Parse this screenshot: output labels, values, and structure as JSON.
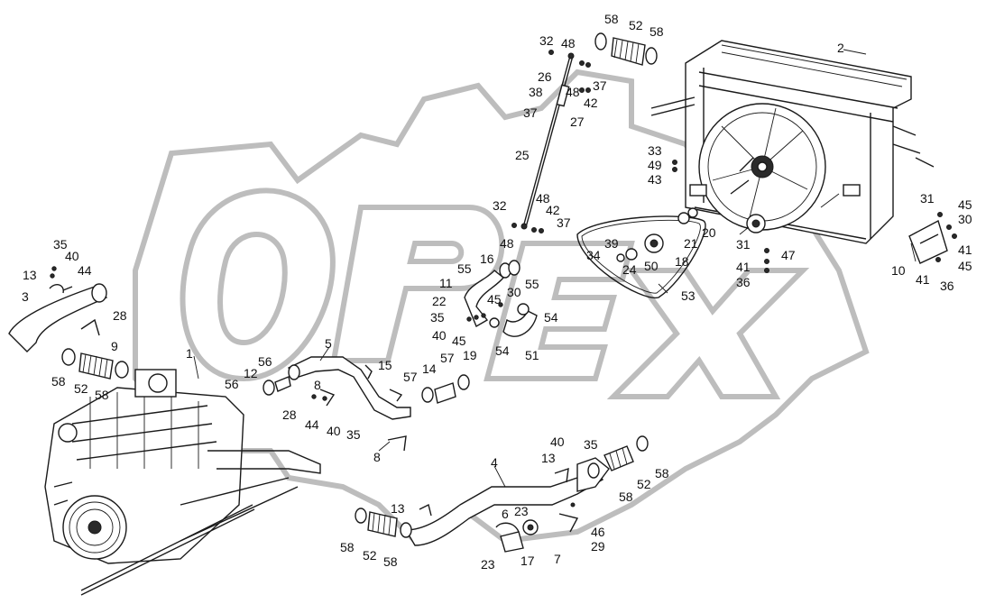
{
  "diagram": {
    "watermark_text": "OPEX",
    "corner_mark": "",
    "callouts": [
      {
        "id": "c-58a",
        "text": "58"
      },
      {
        "id": "c-52a",
        "text": "52"
      },
      {
        "id": "c-58b",
        "text": "58"
      },
      {
        "id": "c-2",
        "text": "2"
      },
      {
        "id": "c-32a",
        "text": "32"
      },
      {
        "id": "c-48a",
        "text": "48"
      },
      {
        "id": "c-26",
        "text": "26"
      },
      {
        "id": "c-38",
        "text": "38"
      },
      {
        "id": "c-48b",
        "text": "48"
      },
      {
        "id": "c-37a",
        "text": "37"
      },
      {
        "id": "c-42a",
        "text": "42"
      },
      {
        "id": "c-37b",
        "text": "37"
      },
      {
        "id": "c-27",
        "text": "27"
      },
      {
        "id": "c-25",
        "text": "25"
      },
      {
        "id": "c-33",
        "text": "33"
      },
      {
        "id": "c-49",
        "text": "49"
      },
      {
        "id": "c-43",
        "text": "43"
      },
      {
        "id": "c-32b",
        "text": "32"
      },
      {
        "id": "c-48c",
        "text": "48"
      },
      {
        "id": "c-42b",
        "text": "42"
      },
      {
        "id": "c-37c",
        "text": "37"
      },
      {
        "id": "c-48d",
        "text": "48"
      },
      {
        "id": "c-31a",
        "text": "31"
      },
      {
        "id": "c-45a",
        "text": "45"
      },
      {
        "id": "c-30a",
        "text": "30"
      },
      {
        "id": "c-39",
        "text": "39"
      },
      {
        "id": "c-34",
        "text": "34"
      },
      {
        "id": "c-21",
        "text": "21"
      },
      {
        "id": "c-20",
        "text": "20"
      },
      {
        "id": "c-31b",
        "text": "31"
      },
      {
        "id": "c-47",
        "text": "47"
      },
      {
        "id": "c-41a",
        "text": "41"
      },
      {
        "id": "c-24",
        "text": "24"
      },
      {
        "id": "c-50",
        "text": "50"
      },
      {
        "id": "c-18",
        "text": "18"
      },
      {
        "id": "c-41b",
        "text": "41"
      },
      {
        "id": "c-36a",
        "text": "36"
      },
      {
        "id": "c-10",
        "text": "10"
      },
      {
        "id": "c-41c",
        "text": "41"
      },
      {
        "id": "c-45b",
        "text": "45"
      },
      {
        "id": "c-36b",
        "text": "36"
      },
      {
        "id": "c-53",
        "text": "53"
      },
      {
        "id": "c-35a",
        "text": "35"
      },
      {
        "id": "c-40a",
        "text": "40"
      },
      {
        "id": "c-13a",
        "text": "13"
      },
      {
        "id": "c-44a",
        "text": "44"
      },
      {
        "id": "c-3",
        "text": "3"
      },
      {
        "id": "c-28a",
        "text": "28"
      },
      {
        "id": "c-9",
        "text": "9"
      },
      {
        "id": "c-16",
        "text": "16"
      },
      {
        "id": "c-55a",
        "text": "55"
      },
      {
        "id": "c-11",
        "text": "11"
      },
      {
        "id": "c-55b",
        "text": "55"
      },
      {
        "id": "c-45c",
        "text": "45"
      },
      {
        "id": "c-30b",
        "text": "30"
      },
      {
        "id": "c-22",
        "text": "22"
      },
      {
        "id": "c-35b",
        "text": "35"
      },
      {
        "id": "c-54a",
        "text": "54"
      },
      {
        "id": "c-40b",
        "text": "40"
      },
      {
        "id": "c-45d",
        "text": "45"
      },
      {
        "id": "c-19",
        "text": "19"
      },
      {
        "id": "c-54b",
        "text": "54"
      },
      {
        "id": "c-51",
        "text": "51"
      },
      {
        "id": "c-1",
        "text": "1"
      },
      {
        "id": "c-5",
        "text": "5"
      },
      {
        "id": "c-56a",
        "text": "56"
      },
      {
        "id": "c-12",
        "text": "12"
      },
      {
        "id": "c-56b",
        "text": "56"
      },
      {
        "id": "c-15",
        "text": "15"
      },
      {
        "id": "c-57a",
        "text": "57"
      },
      {
        "id": "c-14",
        "text": "14"
      },
      {
        "id": "c-57b",
        "text": "57"
      },
      {
        "id": "c-58c",
        "text": "58"
      },
      {
        "id": "c-52b",
        "text": "52"
      },
      {
        "id": "c-58d",
        "text": "58"
      },
      {
        "id": "c-8a",
        "text": "8"
      },
      {
        "id": "c-28b",
        "text": "28"
      },
      {
        "id": "c-44b",
        "text": "44"
      },
      {
        "id": "c-40c",
        "text": "40"
      },
      {
        "id": "c-35c",
        "text": "35"
      },
      {
        "id": "c-8b",
        "text": "8"
      },
      {
        "id": "c-40d",
        "text": "40"
      },
      {
        "id": "c-35d",
        "text": "35"
      },
      {
        "id": "c-13b",
        "text": "13"
      },
      {
        "id": "c-4",
        "text": "4"
      },
      {
        "id": "c-58e",
        "text": "58"
      },
      {
        "id": "c-52c",
        "text": "52"
      },
      {
        "id": "c-58f",
        "text": "58"
      },
      {
        "id": "c-13c",
        "text": "13"
      },
      {
        "id": "c-6",
        "text": "6"
      },
      {
        "id": "c-23a",
        "text": "23"
      },
      {
        "id": "c-46",
        "text": "46"
      },
      {
        "id": "c-29",
        "text": "29"
      },
      {
        "id": "c-58g",
        "text": "58"
      },
      {
        "id": "c-52d",
        "text": "52"
      },
      {
        "id": "c-58h",
        "text": "58"
      },
      {
        "id": "c-23b",
        "text": "23"
      },
      {
        "id": "c-17",
        "text": "17"
      },
      {
        "id": "c-7",
        "text": "7"
      }
    ]
  }
}
